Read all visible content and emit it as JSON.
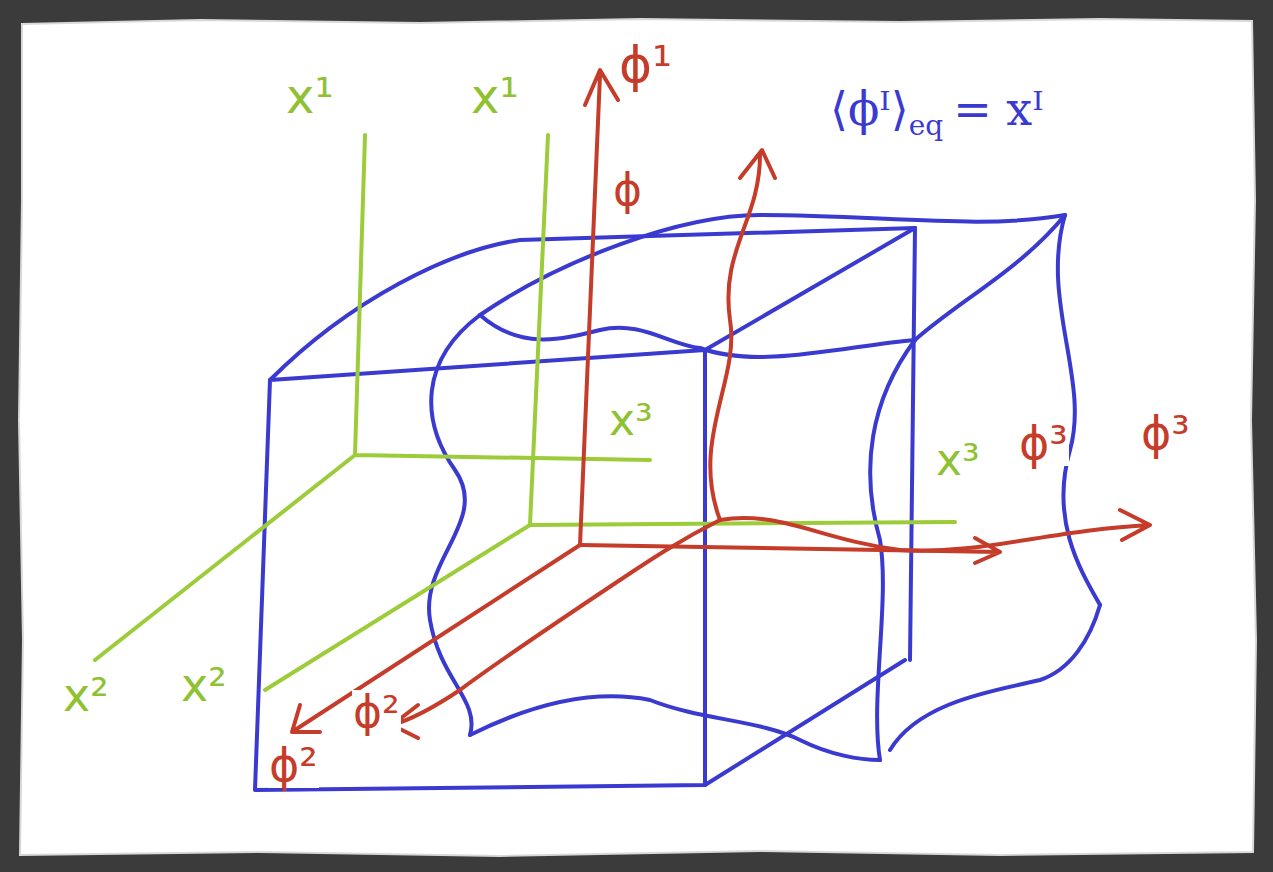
{
  "diagram": {
    "labels": [
      "x¹",
      "x¹",
      "ϕ¹",
      "ϕ",
      "x³",
      "x³",
      "ϕ³",
      "ϕ³",
      "x²",
      "x²",
      "ϕ²",
      "ϕ²",
      "⟨ϕᴵ⟩",
      "eq",
      "= xᴵ"
    ]
  }
}
